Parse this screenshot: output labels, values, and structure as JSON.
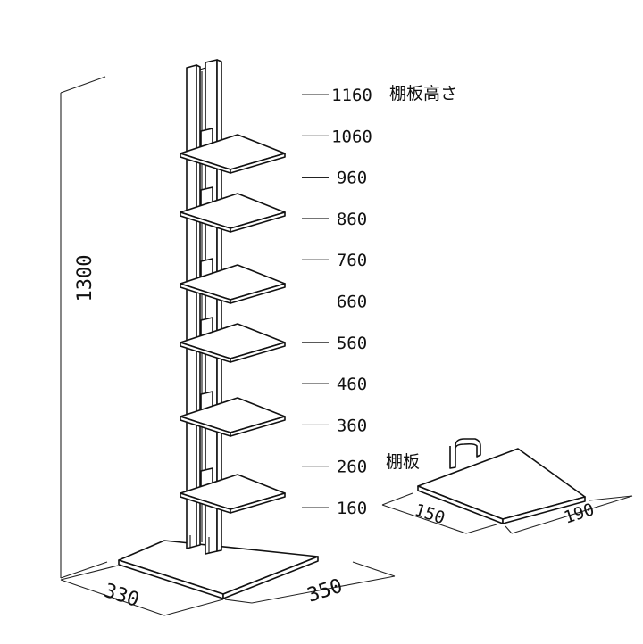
{
  "heights": {
    "title": "棚板高さ",
    "levels": [
      "1160",
      "1060",
      "960",
      "860",
      "760",
      "660",
      "560",
      "460",
      "360",
      "260",
      "160"
    ]
  },
  "dimensions": {
    "total_height": "1300",
    "base_depth": "330",
    "base_width": "350"
  },
  "shelf_detail": {
    "label": "棚板",
    "depth": "150",
    "width": "190"
  }
}
